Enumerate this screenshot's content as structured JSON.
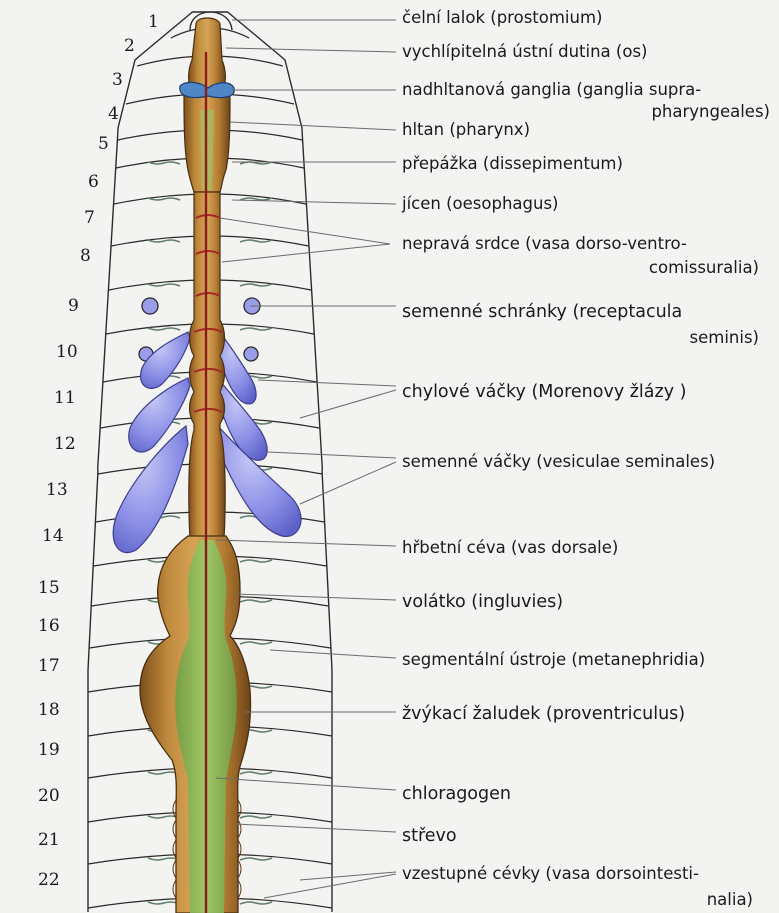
{
  "segment_numbers": [
    "1",
    "2",
    "3",
    "4",
    "5",
    "6",
    "7",
    "8",
    "9",
    "10",
    "11",
    "12",
    "13",
    "14",
    "15",
    "16",
    "17",
    "18",
    "19",
    "20",
    "21",
    "22"
  ],
  "labels": {
    "prostomium": "čelní lalok (prostomium)",
    "os": "vychlípitelná ústní dutina (os)",
    "ganglia_1": "nadhltanová ganglia (ganglia supra-",
    "ganglia_2": "pharyngeales)",
    "pharynx": "hltan (pharynx)",
    "dissepimentum": "přepážka (dissepimentum)",
    "oesophagus": "jícen (oesophagus)",
    "vasa_1": "nepravá srdce (vasa dorso-ventro-",
    "vasa_2": "comissuralia)",
    "recept_1": "semenné schránky (receptacula",
    "recept_2": "seminis)",
    "chyl": "chylové váčky (Morenovy žlázy )",
    "vesic": "semenné váčky (vesiculae seminales)",
    "dorsale": "hřbetní céva (vas dorsale)",
    "ingluvies": "volátko (ingluvies)",
    "metaneph": "segmentální ústroje (metanephridia)",
    "proventr": "žvýkací žaludek (proventriculus)",
    "chlorag": "chloragogen",
    "strevo": "střevo",
    "dorsoint_1": "vzestupné cévky (vasa dorsointesti-",
    "dorsoint_2": "nalia)"
  },
  "colors": {
    "background": "#f3f3f1",
    "outline": "#2a2a2a",
    "gut_brown": "#b0782e",
    "gut_green": "#86b85a",
    "vessel_red": "#a82626",
    "ganglia_blue": "#4f86c6",
    "vesicle_violet": "#8a8ee6"
  }
}
